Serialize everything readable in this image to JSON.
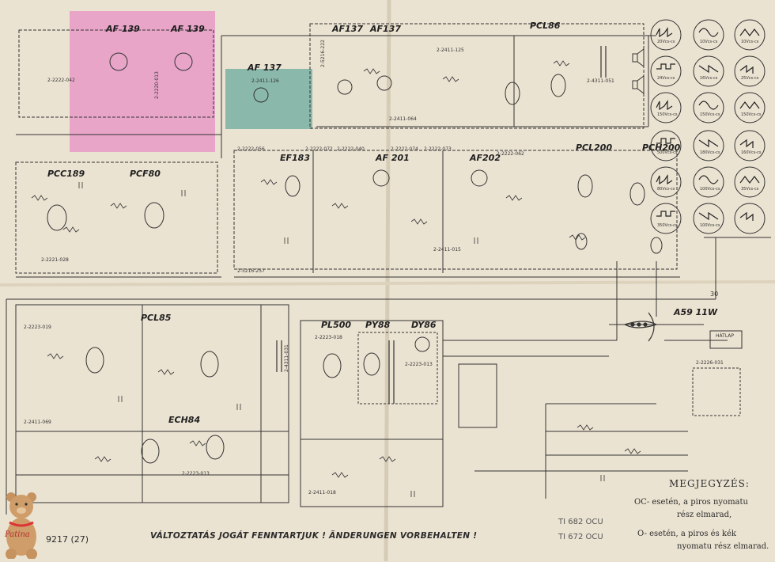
{
  "colors": {
    "paper": "#ebe3d2",
    "ink": "#2a2a2a",
    "highlight_pink": "#e79ac7",
    "highlight_teal": "#7fb3a5"
  },
  "tubes": {
    "af139_a": "AF 139",
    "af139_b": "AF 139",
    "af137_a": "AF137",
    "af137_b": "AF137",
    "af137_c": "AF 137",
    "pcl86": "PCL86",
    "pcc189": "PCC189",
    "pcf80": "PCF80",
    "ef183": "EF183",
    "af201": "AF 201",
    "af202": "AF202",
    "pcl200": "PCL200",
    "pch200": "PCH200",
    "pcl85": "PCL85",
    "pl500": "PL500",
    "py88": "PY88",
    "dy86": "DY86",
    "ech84": "ECH84",
    "crt": "A59  11W"
  },
  "module_codes": {
    "m1": "2-2222-042",
    "m2": "2-2220-013",
    "m3": "2-2411-125",
    "m4": "2-2411-126",
    "m5": "2-2411-064",
    "m6": "2-4311-051",
    "m7": "2-2222-056",
    "m8": "2-2222-072",
    "m9": "2-2222-040",
    "m10": "2-2222-074",
    "m11": "2-2222-073",
    "m12": "2-2222-062",
    "m13": "2-2221-028",
    "m14": "2-2411-015",
    "m15": "2-5216-257",
    "m16": "2-2223-019",
    "m17": "2-2223-018",
    "m18": "2-2223-013",
    "m19": "2-2411-069",
    "m20": "2-2223-013",
    "m21": "2-2411-018",
    "m22": "2-4311-031",
    "m23": "2-2226-031",
    "m24": "2-5216-222"
  },
  "labels": {
    "hatlap": "HÁTLAP",
    "ampere": "30"
  },
  "waveforms": [
    "20Vcs-cs",
    "10Vcs-cs",
    "10Vcs-cs",
    "24Vcs-cs",
    "16Vcs-cs",
    "25Vcs-cs",
    "150Vcs-cs",
    "150Vcs-cs",
    "150Vcs-cs",
    "500Vcs-cs",
    "180Vcs-cs",
    "160Vcs-cs",
    "80Vcs-cs",
    "100Vcs-cs",
    "35Vcs-cs",
    "350Vcs-cs",
    "100Vcs-cs",
    ""
  ],
  "notes": {
    "megjegyzes": "MEGJEGYZÉS:",
    "oc_line1": "OC- esetén, a piros nyomatu",
    "oc_line2": "rész elmarad,",
    "o_line1": "O-    esetén, a piros és kék",
    "o_line2": "nyomatu rész elmarad.",
    "model1": "TI 682 OCU",
    "model2": "TI 672 OCU",
    "rights": "VÁLTOZTATÁS JOGÁT FENNTARTJUK ! ÄNDERUNGEN VORBEHALTEN !",
    "doc_number": "9217 (27)",
    "watermark": "Patina"
  }
}
